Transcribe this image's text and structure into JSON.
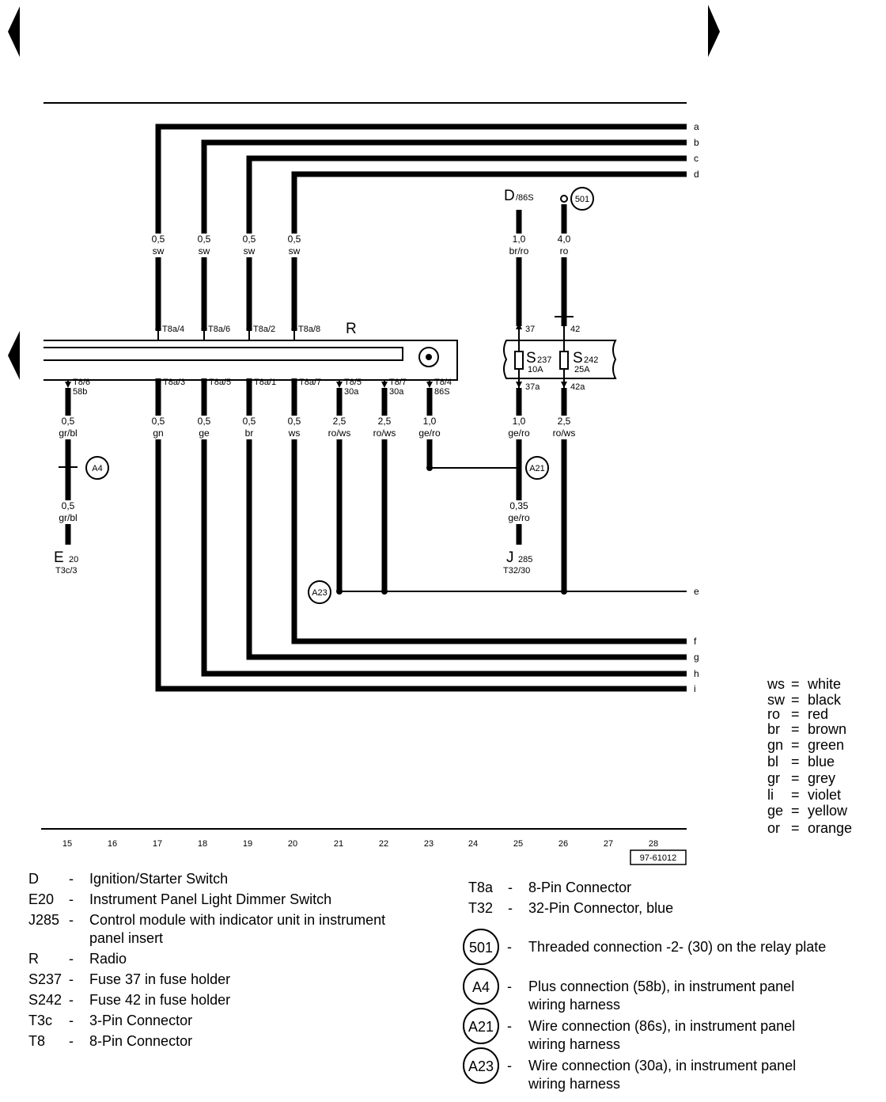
{
  "nav": {
    "prev_arrow": "prev-page-arrow",
    "next_arrow": "next-page-arrow",
    "left_arrow": "left-continuation-arrow"
  },
  "edge_letters": [
    "a",
    "b",
    "c",
    "d",
    "e",
    "f",
    "g",
    "h",
    "i"
  ],
  "radio": {
    "label": "R"
  },
  "top_wires": [
    {
      "size": "0,5",
      "color": "sw",
      "pin": "T8a/4"
    },
    {
      "size": "0,5",
      "color": "sw",
      "pin": "T8a/6"
    },
    {
      "size": "0,5",
      "color": "sw",
      "pin": "T8a/2"
    },
    {
      "size": "0,5",
      "color": "sw",
      "pin": "T8a/8"
    }
  ],
  "bottom_wires": [
    {
      "pin": "T8/6",
      "pin2": "58b",
      "size": "0,5",
      "color": "gr/bl"
    },
    {
      "pin": "T8a/3",
      "pin2": "",
      "size": "0,5",
      "color": "gn"
    },
    {
      "pin": "T8a/5",
      "pin2": "",
      "size": "0,5",
      "color": "ge"
    },
    {
      "pin": "T8a/1",
      "pin2": "",
      "size": "0,5",
      "color": "br"
    },
    {
      "pin": "T8a/7",
      "pin2": "",
      "size": "0,5",
      "color": "ws"
    },
    {
      "pin": "T8/5",
      "pin2": "30a",
      "size": "2,5",
      "color": "ro/ws"
    },
    {
      "pin": "T8/7",
      "pin2": "30a",
      "size": "2,5",
      "color": "ro/ws"
    },
    {
      "pin": "T8/4",
      "pin2": "86S",
      "size": "1,0",
      "color": "ge/ro"
    }
  ],
  "e20": {
    "name": "E",
    "sub": "20",
    "pin": "T3c/3",
    "wire2_size": "0,5",
    "wire2_color": "gr/bl"
  },
  "d86s": {
    "name": "D",
    "sub": "/86S",
    "size": "1,0",
    "color": "br/ro"
  },
  "w501": {
    "size": "4,0",
    "color": "ro"
  },
  "fuses": {
    "s237": {
      "name": "S",
      "sub": "237",
      "amp": "10A",
      "pin_in": "37",
      "pin_out": "37a",
      "size": "1,0",
      "color": "ge/ro"
    },
    "s242": {
      "name": "S",
      "sub": "242",
      "amp": "25A",
      "pin_in": "42",
      "pin_out": "42a",
      "size": "2,5",
      "color": "ro/ws"
    }
  },
  "j285": {
    "name": "J",
    "sub": "285",
    "pin": "T32/30",
    "size": "0,35",
    "color": "ge/ro"
  },
  "circles": {
    "c501": "501",
    "a4": "A4",
    "a21": "A21",
    "a23": "A23"
  },
  "ruler": {
    "ticks": [
      "15",
      "16",
      "17",
      "18",
      "19",
      "20",
      "21",
      "22",
      "23",
      "24",
      "25",
      "26",
      "27",
      "28"
    ],
    "ref": "97-61012"
  },
  "color_legend": [
    {
      "code": "ws",
      "name": "white"
    },
    {
      "code": "sw",
      "name": "black"
    },
    {
      "code": "ro",
      "name": "red"
    },
    {
      "code": "br",
      "name": "brown"
    },
    {
      "code": "gn",
      "name": "green"
    },
    {
      "code": "bl",
      "name": "blue"
    },
    {
      "code": "gr",
      "name": "grey"
    },
    {
      "code": "li",
      "name": "violet"
    },
    {
      "code": "ge",
      "name": "yellow"
    },
    {
      "code": "or",
      "name": "orange"
    }
  ],
  "legend_left": [
    {
      "code": "D",
      "desc": "Ignition/Starter Switch"
    },
    {
      "code": "E20",
      "desc": "Instrument Panel Light Dimmer Switch"
    },
    {
      "code": "J285",
      "desc": "Control module with indicator unit in instrument"
    },
    {
      "code": "",
      "desc": "panel insert"
    },
    {
      "code": "R",
      "desc": "Radio"
    },
    {
      "code": "S237",
      "desc": "Fuse 37 in fuse holder"
    },
    {
      "code": "S242",
      "desc": "Fuse 42 in fuse holder"
    },
    {
      "code": "T3c",
      "desc": "3-Pin Connector"
    },
    {
      "code": "T8",
      "desc": "8-Pin Connector"
    }
  ],
  "legend_right": [
    {
      "code": "T8a",
      "desc": "8-Pin Connector"
    },
    {
      "code": "T32",
      "desc": "32-Pin Connector, blue"
    }
  ],
  "legend_circles": [
    {
      "code": "501",
      "desc1": "Threaded connection -2- (30) on the relay plate",
      "desc2": ""
    },
    {
      "code": "A4",
      "desc1": "Plus connection (58b), in instrument panel",
      "desc2": "wiring harness"
    },
    {
      "code": "A21",
      "desc1": "Wire connection (86s), in instrument panel",
      "desc2": "wiring harness"
    },
    {
      "code": "A23",
      "desc1": "Wire connection (30a), in instrument panel",
      "desc2": "wiring harness"
    }
  ]
}
